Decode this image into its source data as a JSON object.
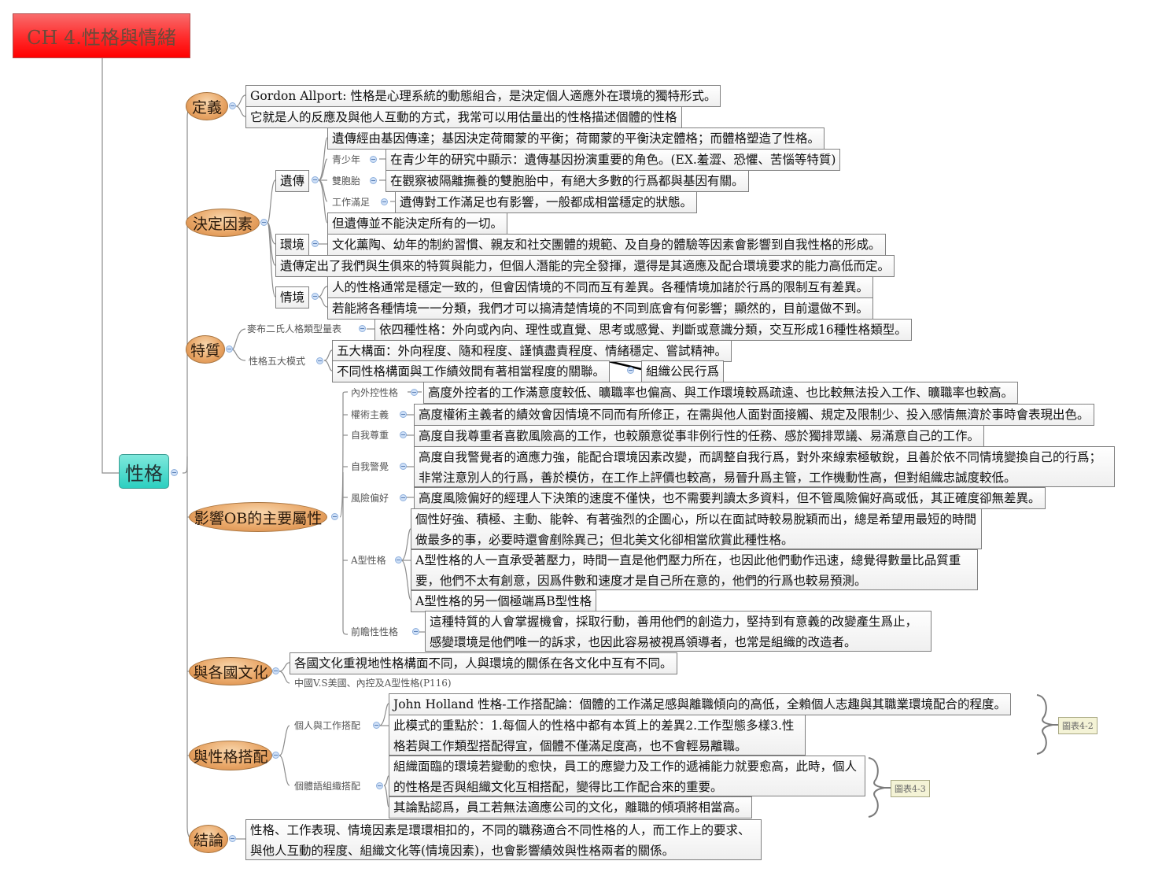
{
  "root": {
    "title": "CH 4.性格與情緒"
  },
  "center": {
    "title": "性格"
  },
  "branches": {
    "definition": {
      "title": "定義",
      "items": [
        "Gordon Allport: 性格是心理系統的動態組合，是決定個人適應外在環境的獨特形式。",
        "它就是人的反應及與他人互動的方式，我常可以用估量出的性格描述個體的性格"
      ]
    },
    "determinants": {
      "title": "決定因素",
      "heredity": {
        "label": "遺傳",
        "items": [
          "遺傳經由基因傳達；基因決定荷爾蒙的平衡；荷爾蒙的平衡決定體格；而體格塑造了性格。"
        ],
        "sub": [
          {
            "label": "青少年",
            "text": "在青少年的研究中顯示：遺傳基因扮演重要的角色。(EX.羞澀、恐懼、苦惱等特質)"
          },
          {
            "label": "雙胞胎",
            "text": "在觀察被隔離撫養的雙胞胎中，有絕大多數的行爲都與基因有關。"
          },
          {
            "label": "工作滿足",
            "text": "遺傳對工作滿足也有影響，一般都成相當穩定的狀態。"
          }
        ],
        "last": "但遺傳並不能決定所有的一切。"
      },
      "environment": {
        "label": "環境",
        "text": "文化薰陶、幼年的制約習慣、親友和社交團體的規範、及自身的體驗等因素會影響到自我性格的形成。"
      },
      "summary": "遺傳定出了我們與生俱來的特質與能力，但個人潛能的完全發揮，還得是其適應及配合環境要求的能力高低而定。",
      "situation": {
        "label": "情境",
        "items": [
          "人的性格通常是穩定一致的，但會因情境的不同而互有差異。各種情境加諸於行爲的限制互有差異。",
          "若能將各種情境一一分類，我們才可以搞清楚情境的不同到底會有何影響；顯然的，目前還做不到。"
        ]
      }
    },
    "traits": {
      "title": "特質",
      "mbti": {
        "label": "麥布二氏人格類型量表",
        "text": "依四種性格：外向或內向、理性或直覺、思考或感覺、判斷或意識分類，交互形成16種性格類型。"
      },
      "bigfive": {
        "label": "性格五大模式",
        "items": [
          "五大構面：外向程度、隨和程度、謹慎盡責程度、情緒穩定、嘗試精神。",
          "不同性格構面與工作績效間有著相當程度的關聯。"
        ],
        "related": "組織公民行爲"
      }
    },
    "ob_attributes": {
      "title": "影響OB的主要屬性",
      "items": [
        {
          "label": "內外控性格",
          "texts": [
            "高度外控者的工作滿意度較低、曠職率也偏高、與工作環境較爲疏遠、也比較無法投入工作、曠職率也較高。"
          ]
        },
        {
          "label": "權術主義",
          "texts": [
            "高度權術主義者的績效會因情境不同而有所修正，在需與他人面對面接觸、規定及限制少、投入感情無濟於事時會表現出色。"
          ]
        },
        {
          "label": "自我尊重",
          "texts": [
            "高度自我尊重者喜歡風險高的工作，也較願意從事非例行性的任務、感於獨排眾議、易滿意自己的工作。"
          ]
        },
        {
          "label": "自我警覺",
          "texts": [
            "高度自我警覺者的適應力強，能配合環境因素改變，而調整自我行爲，對外來線索極敏銳，且善於依不同情境變換自己的行爲；非常注意別人的行爲，善於模仿，在工作上評價也較高，易晉升爲主管，工作機動性高，但對組織忠誠度較低。"
          ]
        },
        {
          "label": "風險偏好",
          "texts": [
            "高度風險偏好的經理人下決策的速度不僅快，也不需要判讀太多資料，但不管風險偏好高或低，其正確度卻無差異。"
          ]
        },
        {
          "label": "A型性格",
          "texts": [
            "個性好強、積極、主動、能幹、有著強烈的企圖心，所以在面試時較易脫穎而出，總是希望用最短的時間做最多的事，必要時還會剷除異己；但北美文化卻相當欣賞此種性格。",
            "A型性格的人一直承受著壓力，時間一直是他們壓力所在，也因此他們動作迅速，總覺得數量比品質重要，他們不太有創意，因爲件數和速度才是自己所在意的，他們的行爲也較易預測。",
            "A型性格的另一個極端爲B型性格"
          ]
        },
        {
          "label": "前瞻性性格",
          "texts": [
            "這種特質的人會掌握機會，採取行動，善用他們的創造力，堅持到有意義的改變產生爲止，感變環境是他們唯一的訴求，也因此容易被視爲領導者，也常是組織的改造者。"
          ]
        }
      ]
    },
    "culture": {
      "title": "與各國文化",
      "text": "各國文化重視地性格構面不同，人與環境的關係在各文化中互有不同。",
      "note": "中國V.S美國、內控及A型性格(P116)"
    },
    "fit": {
      "title": "與性格搭配",
      "person_job": {
        "label": "個人與工作搭配",
        "items": [
          "John Holland 性格-工作搭配論：個體的工作滿足感與離職傾向的高低，全賴個人志趣與其職業環境配合的程度。",
          "此模式的重點於：1.每個人的性格中都有本質上的差異2.工作型態多樣3.性格若與工作類型搭配得宜，個體不僅滿足度高，也不會輕易離職。"
        ],
        "callout": "圖表4-2"
      },
      "person_org": {
        "label": "個體語組織搭配",
        "items": [
          "組織面臨的環境若變動的愈快，員工的應變力及工作的遞補能力就要愈高，此時，個人的性格是否與組織文化互相搭配，變得比工作配合來的重要。",
          "其論點認爲，員工若無法適應公司的文化，離職的傾項將相當高。"
        ],
        "callout": "圖表4-3"
      }
    },
    "conclusion": {
      "title": "結論",
      "text": "性格、工作表現、情境因素是環環相扣的，不同的職務適合不同性格的人，而工作上的要求、與他人互動的程度、組織文化等(情境因素)，也會影響績效與性格兩者的關係。"
    }
  }
}
